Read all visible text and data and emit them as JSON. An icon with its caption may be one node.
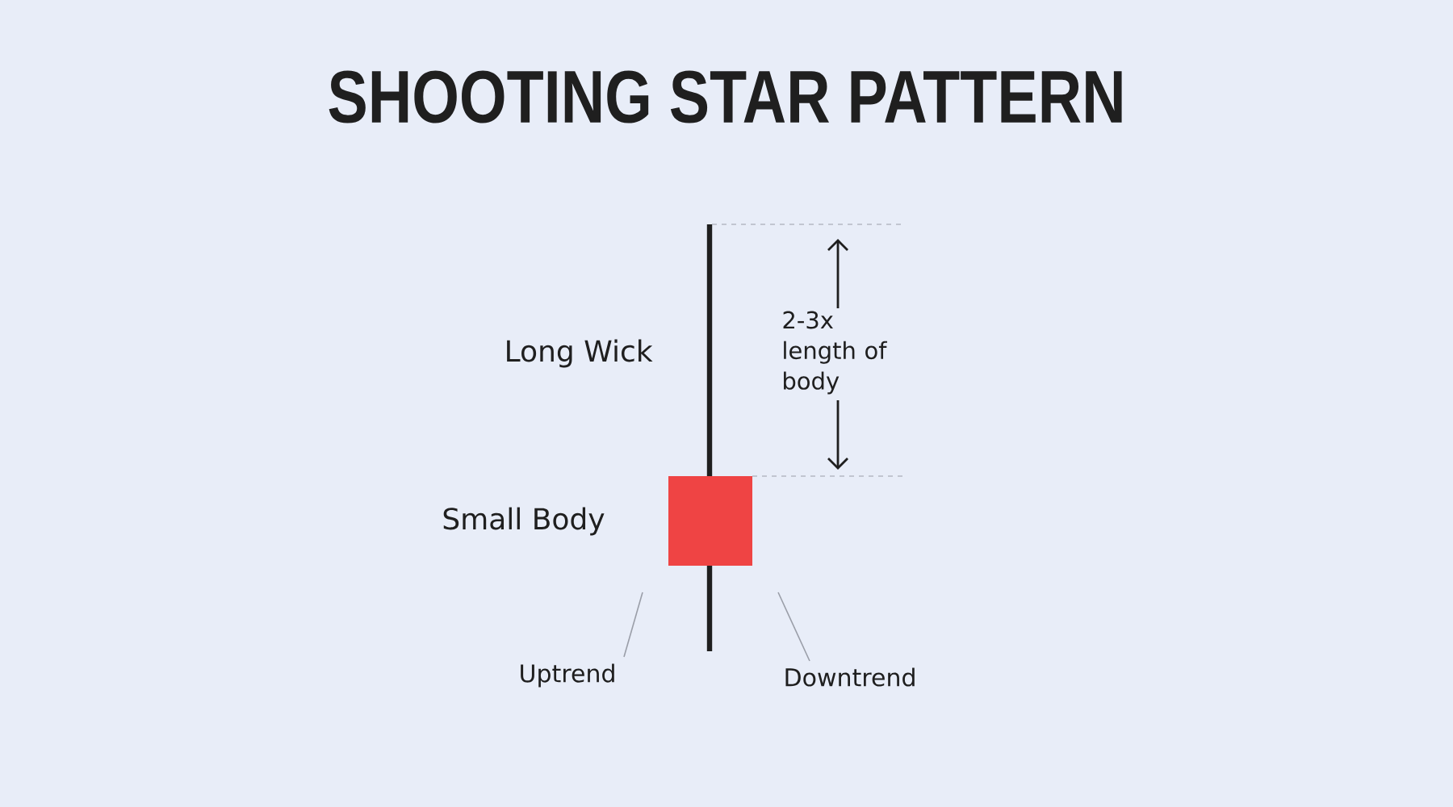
{
  "diagram": {
    "title": "SHOOTING STAR PATTERN",
    "nodes": [
      {
        "text": [
          "Uptrend"
        ]
      },
      {
        "text": [
          "Downtrend"
        ]
      }
    ],
    "edges": [
      {
        "from": 0,
        "to": null,
        "arrow": "none"
      },
      {
        "from": 1,
        "to": null,
        "arrow": "none"
      }
    ],
    "labels": [
      "Long Wick",
      "2-3x length of body",
      "Small Body"
    ]
  }
}
